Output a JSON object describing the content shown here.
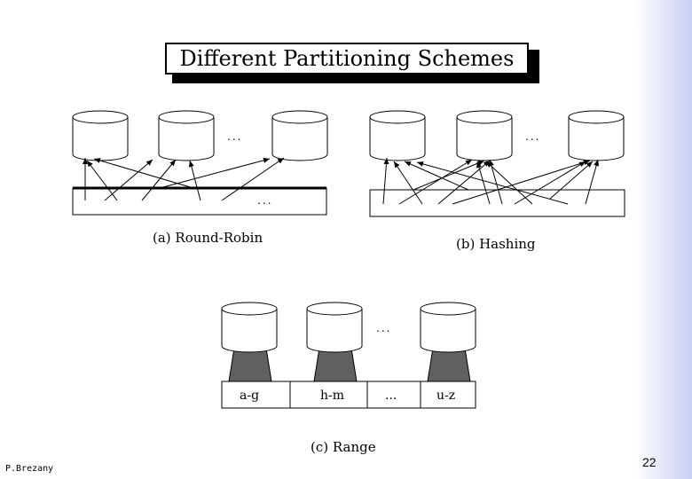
{
  "slide": {
    "title": "Different Partitioning Schemes",
    "author": "P.Brezany",
    "page_number": "22"
  },
  "diagram": {
    "round_robin": {
      "caption": "(a) Round-Robin",
      "disk_ellipsis": "...",
      "table_ellipsis": "..."
    },
    "hashing": {
      "caption": "(b) Hashing",
      "disk_ellipsis": "...",
      "table_ellipsis": "..."
    },
    "range": {
      "caption": "(c) Range",
      "disk_ellipsis": "...",
      "ranges": [
        "a-g",
        "h-m",
        "...",
        "u-z"
      ]
    }
  }
}
